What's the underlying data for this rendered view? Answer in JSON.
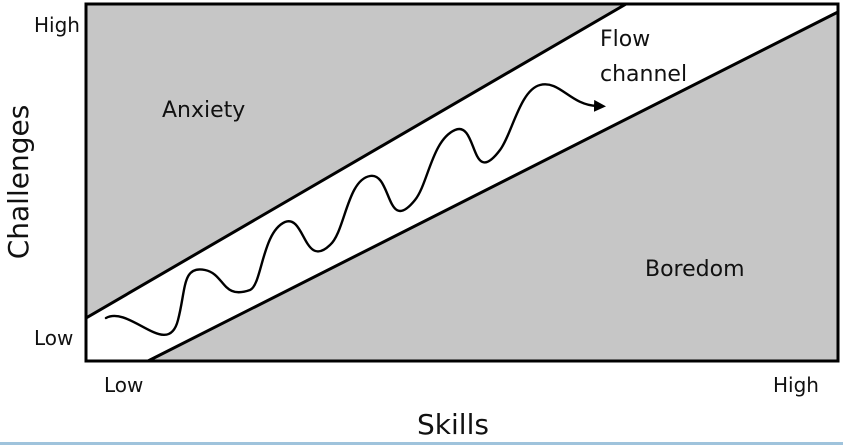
{
  "axes": {
    "x_title": "Skills",
    "y_title": "Challenges",
    "x_low": "Low",
    "x_high": "High",
    "y_low": "Low",
    "y_high": "High"
  },
  "regions": {
    "anxiety": "Anxiety",
    "boredom": "Boredom",
    "flow_line1": "Flow",
    "flow_line2": "channel"
  },
  "colors": {
    "region_fill": "#c6c6c6",
    "channel_fill": "#ffffff",
    "stroke": "#000000",
    "bottom_rule": "#9fc3dc"
  }
}
